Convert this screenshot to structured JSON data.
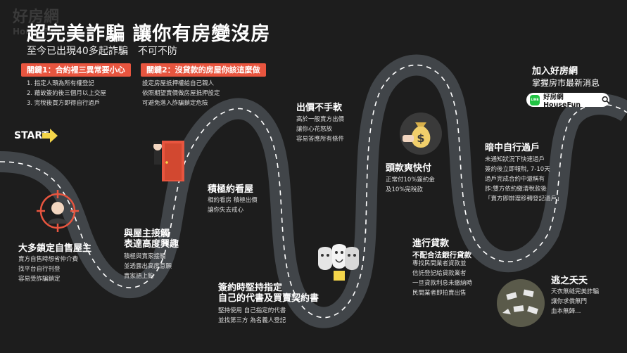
{
  "watermark": {
    "cn": "好房網",
    "en": "HouseFun"
  },
  "title": "超完美詐騙  讓你有房變沒房",
  "subtitle": "至今已出現40多起詐騙　不可不防",
  "key1": {
    "label": "關鍵1：合約裡三異常要小心",
    "items": [
      "1. 指定人頭為所有權登記",
      "2. 藉故簽約後三個月以上交屋",
      "3. 完稅後買方即得自行過戶"
    ]
  },
  "key2": {
    "label": "關鍵2：沒貸款的房屋你該這麼做",
    "items": [
      "設定房屋抵押權給自己親人",
      "依照期望賣價做房屋抵押設定",
      "可避免落入詐騙鎖定危險"
    ]
  },
  "start": "START",
  "steps": [
    {
      "title": "大多鎖定自售屋主",
      "lines": [
        "賣方自售時想省仲介費",
        "找平台自行刊登",
        "容易受詐騙鎖定"
      ]
    },
    {
      "title": "與屋主接觸\n表達高度興趣",
      "lines": [
        "積極與賣家接觸",
        "並透露出高度意願",
        "賣家語上鉤"
      ]
    },
    {
      "title": "積極約看屋",
      "lines": [
        "相約看房 積極出價",
        "讓你失去戒心"
      ]
    },
    {
      "title": "簽約時堅持指定\n自己的代書及買賣契約書",
      "lines": [
        "堅持使用 自己指定的代書",
        "並找第三方 為名義人登記"
      ]
    },
    {
      "title": "出價不手軟",
      "lines": [
        "高於一般賣方出價",
        "讓你心花怒放",
        "容易答應所有條件"
      ]
    },
    {
      "title": "頭款爽快付",
      "lines": [
        "正常付10%簽約金",
        "及10%完稅款"
      ]
    },
    {
      "title": "進行貸款",
      "sub": "不配合法銀行貸款",
      "lines": [
        "專找民間業者貸款並",
        "信託登記給貸款業者",
        "一旦貸款利息未繳納時",
        "民間業者即拍賣出售"
      ]
    },
    {
      "title": "暗中自行過戶",
      "lines": [
        "未通知狀況下快速過戶",
        "簽約後立即報稅, 7-10天",
        "過戶完成合約中還稱有",
        "詐:雙方依約繳清稅款後",
        "「賣方即辦理移轉登記過戶」"
      ]
    },
    {
      "title": "逃之夭夭",
      "lines": [
        "天衣無縫完美詐騙",
        "讓你求償無門",
        "血本無歸…"
      ]
    }
  ],
  "cta": {
    "line1": "加入好房網",
    "line2": "掌握房市最新消息",
    "line_logo": "LINE",
    "badge": "好房網HouseFun"
  },
  "icons": {
    "dollar": "$",
    "colors": {
      "road": "#414549",
      "road_line": "#ffffff",
      "accent": "#e8553f",
      "start_arrow": "#f5d64a",
      "line_green": "#21c443"
    }
  }
}
